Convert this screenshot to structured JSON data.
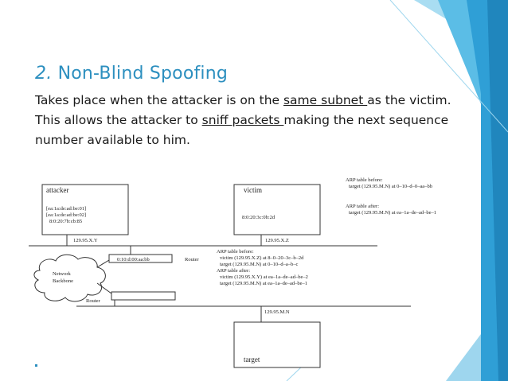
{
  "heading": {
    "number": "2.",
    "title": "Non-Blind Spoofing"
  },
  "body": {
    "p1": "Takes place when the attacker is on the ",
    "link1": "same subnet ",
    "p2": "as the victim. This allows the  attacker to ",
    "link2": "sniff packets ",
    "p3": "making the next sequence number available to him."
  },
  "diagram": {
    "attacker": {
      "label": "attacker",
      "mac1": "[ea:1a:de:ad:be:01]",
      "mac2": "[ea:1a:de:ad:be:02]",
      "mac3": "8:0:20:7b:cb:85",
      "ip": "129.95.X.Y"
    },
    "victim": {
      "label": "victim",
      "mac": "8:0:20:3c:0b:2d",
      "ip": "129.95.X.Z"
    },
    "arp_victim": {
      "before_title": "ARP table before:",
      "before_row": "target (129.95.M.N) at 0–10–d–0–aa–bb",
      "after_title": "ARP table after:",
      "after_row": "target (129.95.M.N) at ea–1a–de–ad–be–1"
    },
    "router_top": {
      "mac": "0:10:d:00:aa:bb",
      "label": "Router"
    },
    "arp_router": {
      "before_title": "ARP table before:",
      "before_row1": "victim (129.95.X.Z) at 8–0–20–3c–b–2d",
      "before_row2": "target (129.95.M.N) at 0–10–d–a–b–c",
      "after_title": "ARP table after:",
      "after_row1": "victim (129.95.X.Y) at ea–1a–de–ad–be–2",
      "after_row2": "target (129.95.M.N) at ea–1a–de–ad–be–1"
    },
    "cloud": {
      "line1": "Network",
      "line2": "Backbone"
    },
    "router_bottom": {
      "label": "Router"
    },
    "target": {
      "label": "target",
      "ip": "129.95.M.N"
    }
  }
}
